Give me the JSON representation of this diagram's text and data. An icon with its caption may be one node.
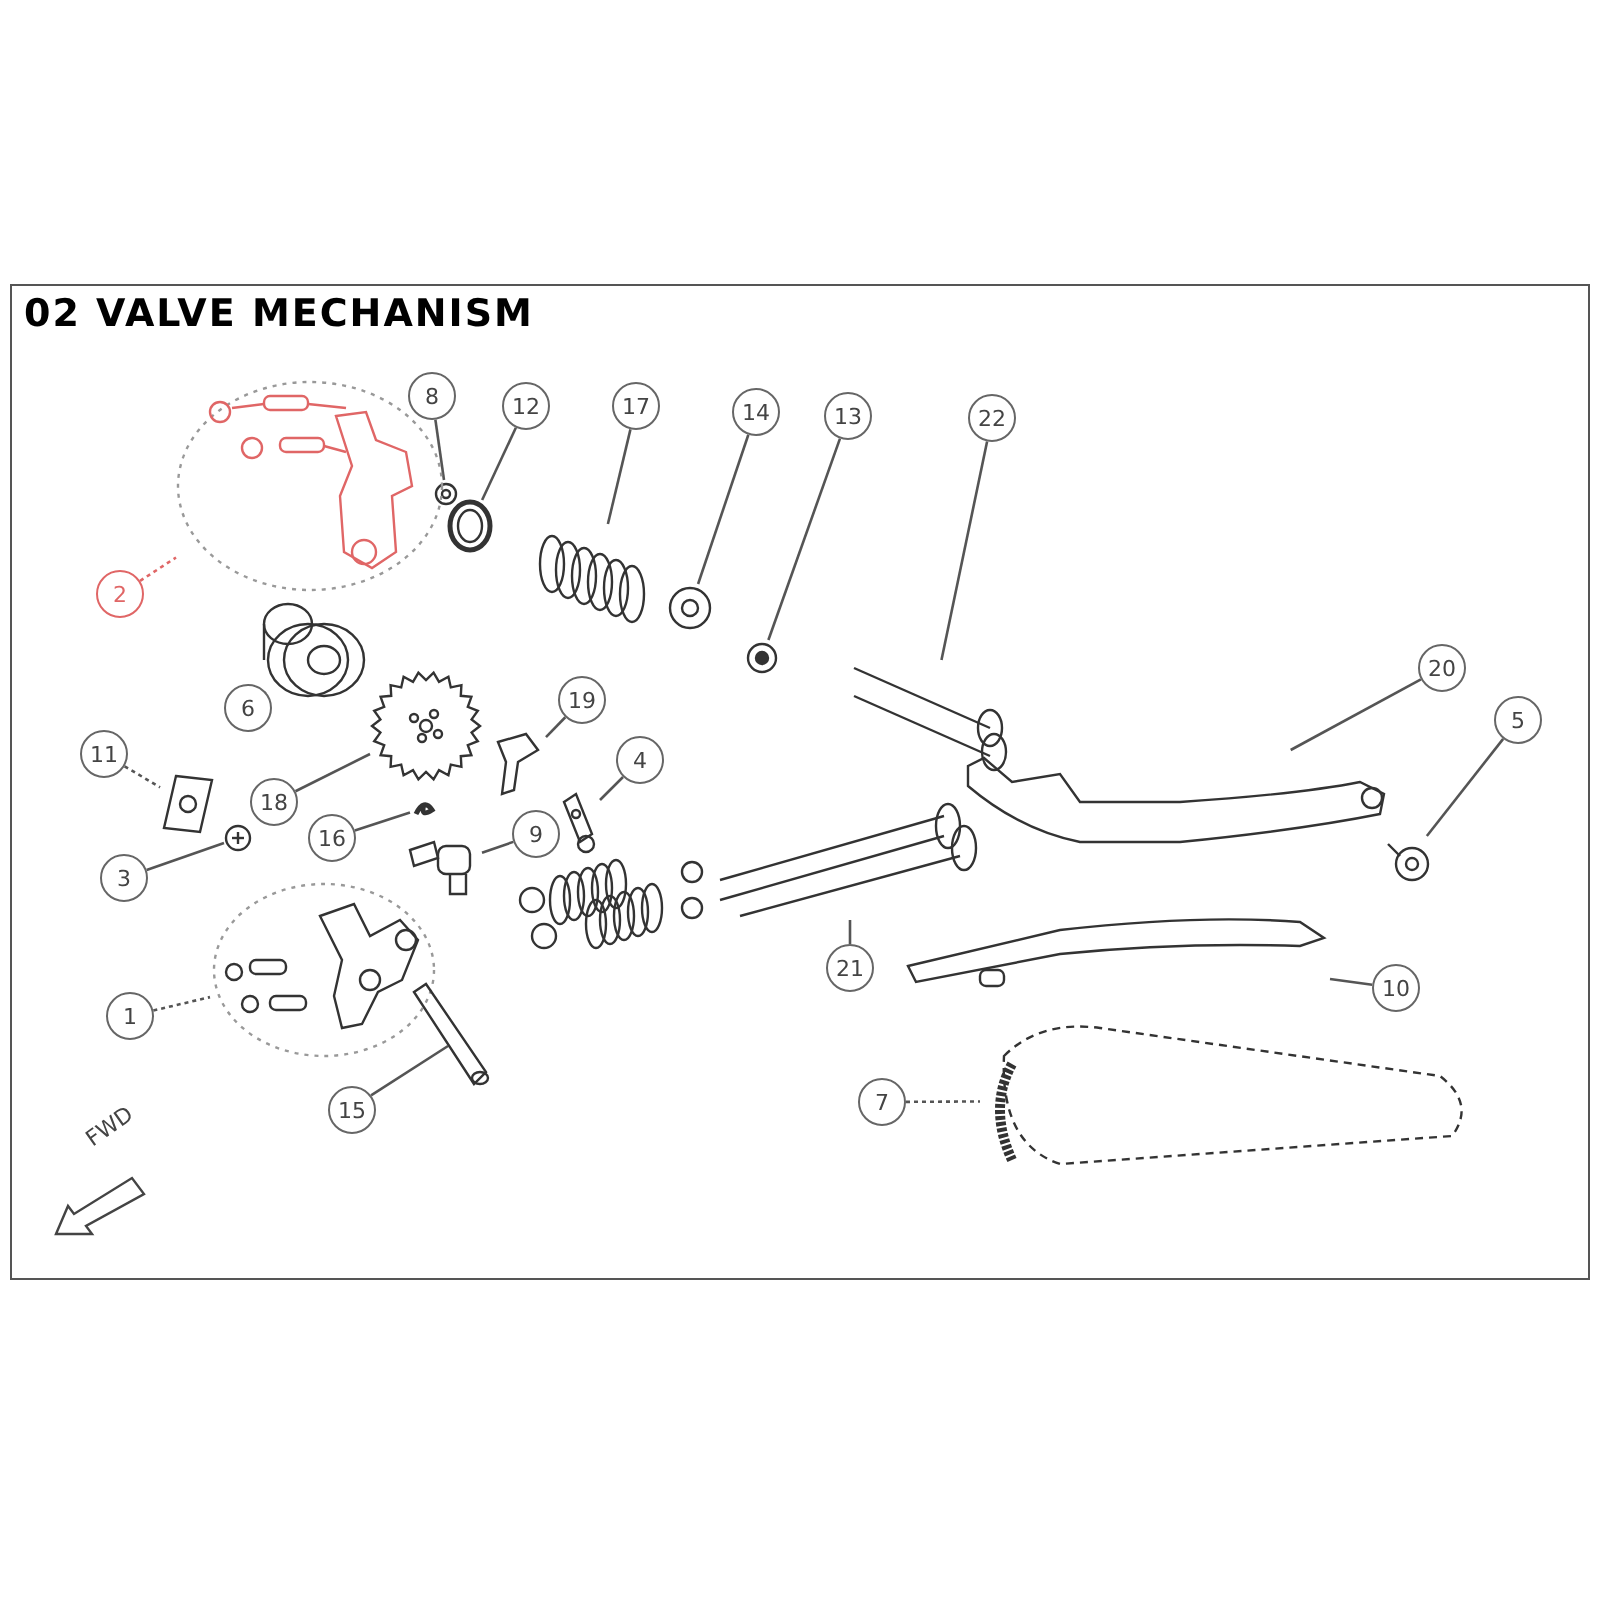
{
  "diagram": {
    "title": "02 VALVE MECHANISM",
    "nodes": [
      {
        "text": [
          "8"
        ]
      },
      {
        "text": [
          "12"
        ]
      },
      {
        "text": [
          "17"
        ]
      },
      {
        "text": [
          "14"
        ]
      },
      {
        "text": [
          "13"
        ]
      },
      {
        "text": [
          "22"
        ]
      },
      {
        "text": [
          "2"
        ]
      },
      {
        "text": [
          "6"
        ]
      },
      {
        "text": [
          "19"
        ]
      },
      {
        "text": [
          "11"
        ]
      },
      {
        "text": [
          "18"
        ]
      },
      {
        "text": [
          "4"
        ]
      },
      {
        "text": [
          "16"
        ]
      },
      {
        "text": [
          "9"
        ]
      },
      {
        "text": [
          "3"
        ]
      },
      {
        "text": [
          "1"
        ]
      },
      {
        "text": [
          "21"
        ]
      },
      {
        "text": [
          "20"
        ]
      },
      {
        "text": [
          "5"
        ]
      },
      {
        "text": [
          "10"
        ]
      },
      {
        "text": [
          "15"
        ]
      },
      {
        "text": [
          "7"
        ]
      },
      {
        "text": [],
        "shape": "picture"
      },
      {
        "text": [],
        "shape": "picture"
      },
      {
        "text": [],
        "shape": "picture"
      },
      {
        "text": [],
        "shape": "picture"
      },
      {
        "text": [],
        "shape": "picture"
      },
      {
        "text": [],
        "shape": "picture"
      },
      {
        "text": [],
        "shape": "picture"
      },
      {
        "text": [],
        "shape": "picture"
      },
      {
        "text": [],
        "shape": "picture"
      },
      {
        "text": [],
        "shape": "picture"
      },
      {
        "text": [],
        "shape": "picture"
      },
      {
        "text": [],
        "shape": "picture"
      },
      {
        "text": [],
        "shape": "picture"
      },
      {
        "text": [],
        "shape": "picture"
      },
      {
        "text": [],
        "shape": "picture"
      },
      {
        "text": [],
        "shape": "picture"
      },
      {
        "text": [],
        "shape": "picture"
      },
      {
        "text": [],
        "shape": "picture"
      },
      {
        "text": [],
        "shape": "picture"
      },
      {
        "text": [],
        "shape": "picture"
      },
      {
        "text": [],
        "shape": "picture"
      },
      {
        "text": [],
        "shape": "picture"
      }
    ],
    "edges": [
      {
        "from": 0,
        "to": 22,
        "arrow": "none"
      },
      {
        "from": 1,
        "to": 23,
        "arrow": "none"
      },
      {
        "from": 2,
        "to": 24,
        "arrow": "none"
      },
      {
        "from": 3,
        "to": 25,
        "arrow": "none"
      },
      {
        "from": 4,
        "to": 26,
        "arrow": "none"
      },
      {
        "from": 5,
        "to": 27,
        "arrow": "none"
      },
      {
        "from": 6,
        "to": 28,
        "arrow": "none",
        "style": "dashed",
        "color": "#e06666"
      },
      {
        "from": 7,
        "to": 29,
        "arrow": "none"
      },
      {
        "from": 8,
        "to": 30,
        "arrow": "none"
      },
      {
        "from": 9,
        "to": 31,
        "arrow": "none",
        "style": "dashed"
      },
      {
        "from": 10,
        "to": 32,
        "arrow": "none"
      },
      {
        "from": 11,
        "to": 33,
        "arrow": "none"
      },
      {
        "from": 12,
        "to": 34,
        "arrow": "none"
      },
      {
        "from": 13,
        "to": 35,
        "arrow": "none"
      },
      {
        "from": 14,
        "to": 36,
        "arrow": "none"
      },
      {
        "from": 15,
        "to": 37,
        "arrow": "none",
        "style": "dashed"
      },
      {
        "from": 16,
        "to": 38,
        "arrow": "none"
      },
      {
        "from": 17,
        "to": 39,
        "arrow": "none"
      },
      {
        "from": 18,
        "to": 40,
        "arrow": "none"
      },
      {
        "from": 19,
        "to": 41,
        "arrow": "none"
      },
      {
        "from": 20,
        "to": 42,
        "arrow": "none"
      },
      {
        "from": 21,
        "to": 43,
        "arrow": "none",
        "style": "dashed"
      }
    ],
    "labels": [
      "FWD"
    ]
  }
}
